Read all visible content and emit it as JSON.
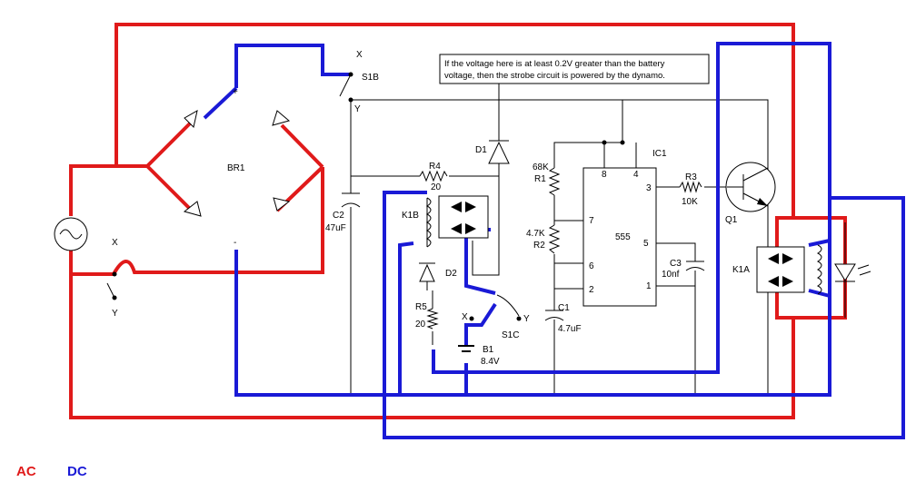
{
  "note": {
    "line1": "If the voltage here is at least 0.2V greater than the battery",
    "line2": "voltage, then the strobe circuit is powered by the dynamo."
  },
  "labels": {
    "br1": "BR1",
    "plus": "+",
    "minus": "-",
    "s1b": "S1B",
    "s1b_x": "X",
    "s1b_y": "Y",
    "s1a_x": "X",
    "s1a_y": "Y",
    "c2": "C2",
    "c2_val": "47uF",
    "r4": "R4",
    "r4_val": "20",
    "k1b": "K1B",
    "d1": "D1",
    "d2": "D2",
    "r5": "R5",
    "r5_val": "20",
    "s1c": "S1C",
    "s1c_x": "X",
    "s1c_y": "Y",
    "b1": "B1",
    "b1_val": "8.4V",
    "r1_val": "68K",
    "r1": "R1",
    "r2_val": "4.7K",
    "r2": "R2",
    "c1": "C1",
    "c1_val": "4.7uF",
    "ic1": "IC1",
    "ic_name": "555",
    "pin8": "8",
    "pin4": "4",
    "pin3": "3",
    "pin7": "7",
    "pin6": "6",
    "pin2": "2",
    "pin5": "5",
    "pin1": "1",
    "c3": "C3",
    "c3_val": "10nf",
    "r3": "R3",
    "r3_val": "10K",
    "q1": "Q1",
    "k1a": "K1A"
  },
  "legend": {
    "ac_label": "AC",
    "ac_color": "#e01a1a",
    "dc_label": "DC",
    "dc_color": "#1a1ad6"
  }
}
